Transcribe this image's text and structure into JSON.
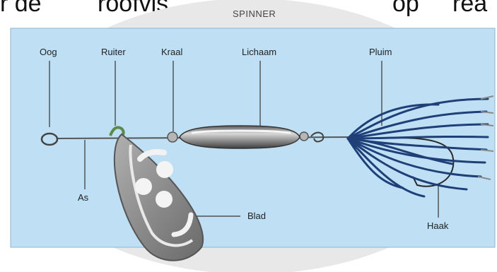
{
  "top_fragments": [
    "r de",
    "roofvis",
    "op",
    "rea"
  ],
  "title": "SPINNER",
  "labels": {
    "oog": "Oog",
    "ruiter": "Ruiter",
    "kraal": "Kraal",
    "lichaam": "Lichaam",
    "pluim": "Pluim",
    "as": "As",
    "blad": "Blad",
    "haak": "Haak"
  },
  "colors": {
    "panel": "#bfe0f4",
    "panel_border": "#8fb4cc",
    "ellipse": "#e6e6e6",
    "metal": "#8a8a8a",
    "tail": "#1f3f78"
  }
}
